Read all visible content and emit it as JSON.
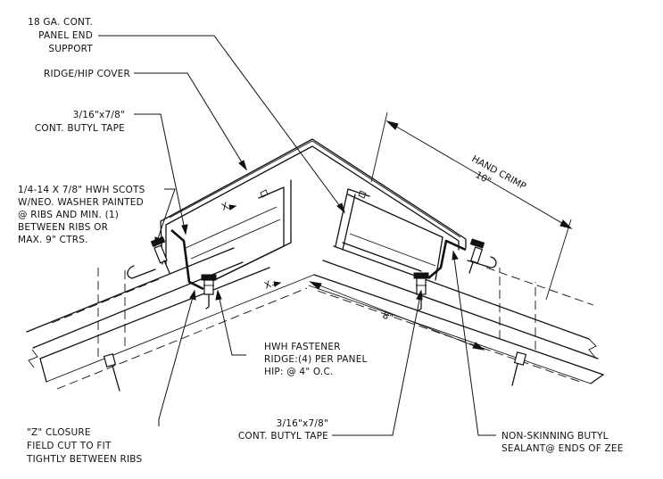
{
  "labels": {
    "panel_end_support": [
      "18 GA. CONT.",
      "PANEL END",
      "SUPPORT"
    ],
    "ridge_hip_cover": [
      "RIDGE/HIP COVER"
    ],
    "butyl_tape_top": [
      "3/16\"x7/8\"",
      "CONT. BUTYL TAPE"
    ],
    "hwh_scots": [
      "1/4-14 X 7/8\" HWH SCOTS",
      "W/NEO. WASHER PAINTED",
      "@ RIBS AND MIN. (1)",
      "BETWEEN RIBS OR",
      "MAX. 9\" CTRS."
    ],
    "hwh_fastener": [
      "HWH FASTENER",
      "RIDGE:(4) PER PANEL",
      "HIP: @ 4\" O.C."
    ],
    "z_closure": [
      "\"Z\" CLOSURE",
      "FIELD CUT TO FIT",
      "TIGHTLY BETWEEN RIBS"
    ],
    "butyl_tape_bottom": [
      "3/16\"x7/8\"",
      "CONT. BUTYL TAPE"
    ],
    "sealant": [
      "NON-SKINNING BUTYL",
      "SEALANT@ ENDS OF ZEE"
    ]
  },
  "dimensions": {
    "hand_crimp": "HAND CRIMP",
    "ten_inch": "10\"",
    "eight_inch": "8\"",
    "x_mark": "X"
  }
}
